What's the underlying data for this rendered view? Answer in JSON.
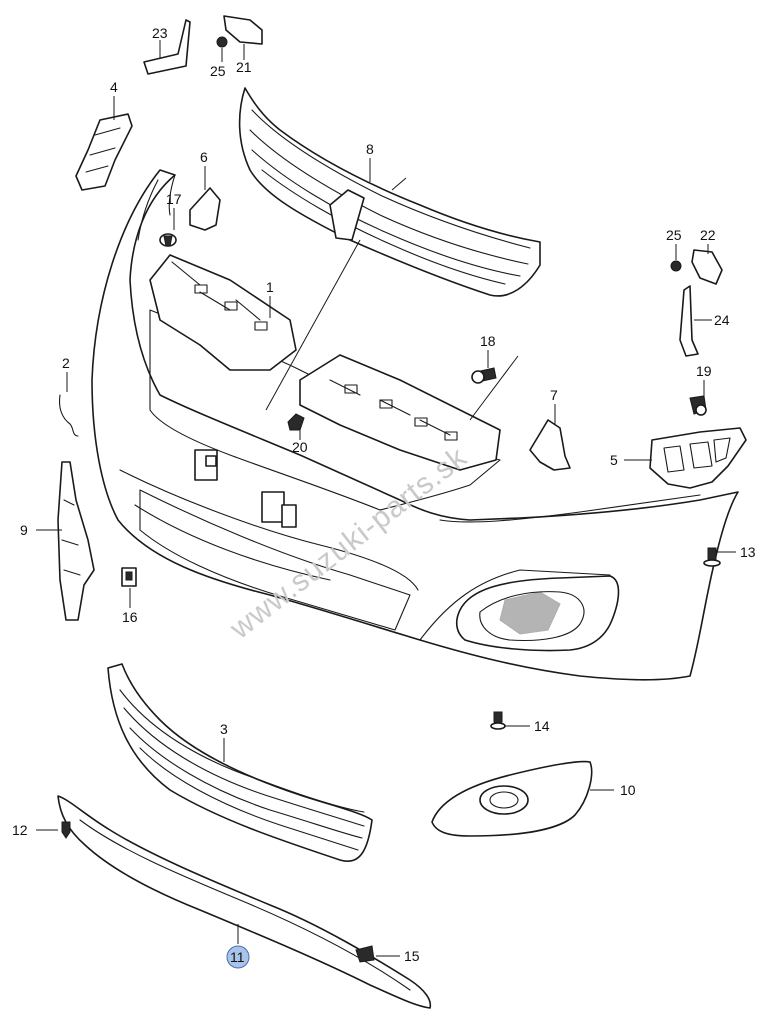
{
  "watermark": "www.suzuki-parts.sk",
  "callouts": {
    "c1": "1",
    "c2": "2",
    "c3": "3",
    "c4": "4",
    "c5": "5",
    "c6": "6",
    "c7": "7",
    "c8": "8",
    "c9": "9",
    "c10": "10",
    "c11": "11",
    "c12": "12",
    "c13": "13",
    "c14": "14",
    "c15": "15",
    "c16": "16",
    "c17": "17",
    "c18": "18",
    "c19": "19",
    "c20": "20",
    "c21": "21",
    "c22": "22",
    "c23": "23",
    "c24": "24",
    "c25a": "25",
    "c25b": "25"
  },
  "highlighted_part": "11",
  "colors": {
    "highlight": "#a9c4ea",
    "line": "#1a1a1a",
    "watermark": "#c9c9c9"
  }
}
